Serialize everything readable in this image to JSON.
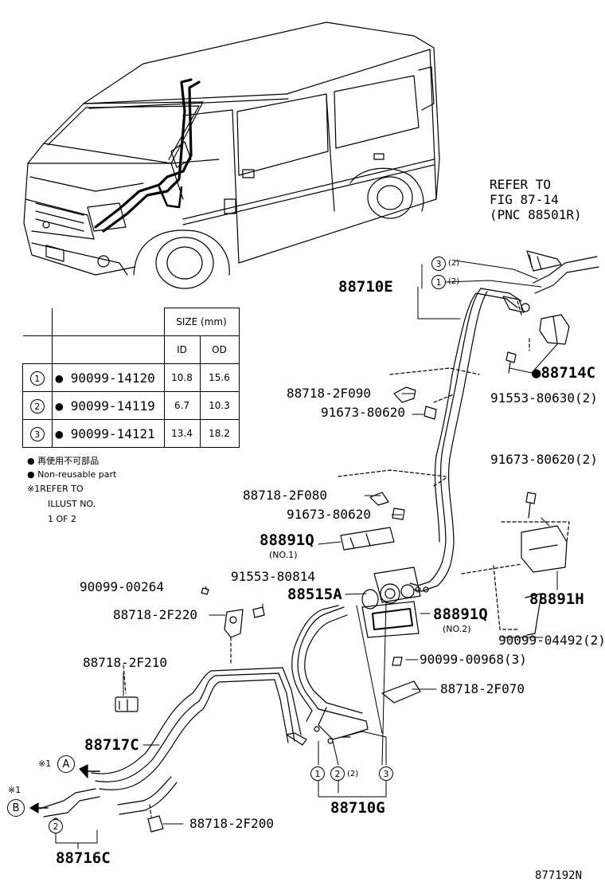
{
  "refer": {
    "line1": "REFER TO",
    "line2": "FIG 87-14",
    "line3": "(PNC 88501R)"
  },
  "table": {
    "size_header": "SIZE (mm)",
    "id_header": "ID",
    "od_header": "OD",
    "rows": [
      {
        "num": "1",
        "part": "90099-14120",
        "id": "10.8",
        "od": "15.6"
      },
      {
        "num": "2",
        "part": "90099-14119",
        "id": "6.7",
        "od": "10.3"
      },
      {
        "num": "3",
        "part": "90099-14121",
        "id": "13.4",
        "od": "18.2"
      }
    ]
  },
  "notes": {
    "jp": "再使用不可部品",
    "en": "Non-reusable part",
    "ref1": "※1REFER TO",
    "ref2": "ILLUST NO.",
    "ref3": "1 OF 2"
  },
  "parts": {
    "p88710E": "88710E",
    "p88714C": "88714C",
    "p91553_80630": "91553-80630(2)",
    "p88718_2F090": "88718-2F090",
    "p91673_80620_a": "91673-80620",
    "p91673_80620_b": "91673-80620(2)",
    "p88718_2F080": "88718-2F080",
    "p91673_80620_c": "91673-80620",
    "p88891Q_1": "88891Q",
    "no1": "(NO.1)",
    "p91553_80814": "91553-80814",
    "p90099_00264": "90099-00264",
    "p88515A": "88515A",
    "p88718_2F220": "88718-2F220",
    "p88891Q_2": "88891Q",
    "no2": "(NO.2)",
    "p88891H": "88891H",
    "p90099_04492": "90099-04492(2)",
    "p90099_00968": "90099-00968(3)",
    "p88718_2F210": "88718-2F210",
    "p88718_2F070": "88718-2F070",
    "p88717C": "88717C",
    "p88718_2F200": "88718-2F200",
    "p88710G": "88710G",
    "p88716C": "88716C",
    "q2": "(2)",
    "q1": "(2)",
    "q2b": "(2)",
    "refA": "※1",
    "refB": "※1",
    "A": "A",
    "B": "B",
    "fig": "877192N"
  }
}
